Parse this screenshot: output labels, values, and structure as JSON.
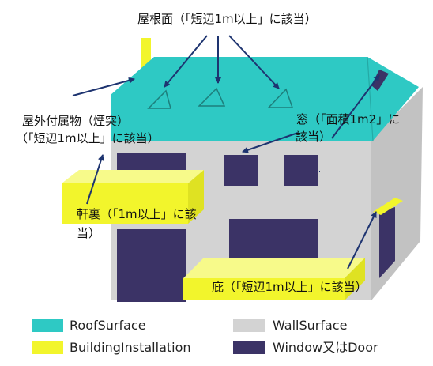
{
  "labels": {
    "roof_surface": "屋根面（「短辺1m以上」に該当）",
    "chimney_line1": "屋外付属物（煙突）",
    "chimney_line2": "（「短辺1m以上」に該当）",
    "window_line1": "窓（「面積1m2」に",
    "window_line2": "該当）",
    "eaves_line1": "軒裏（「1m以上」に該",
    "eaves_line2": "当）",
    "canopy": "庇（「短辺1m以上」に該当）"
  },
  "legend": [
    {
      "label": "RoofSurface",
      "color": "#2ec9c4"
    },
    {
      "label": "WallSurface",
      "color": "#d3d3d3"
    },
    {
      "label": "BuildingInstallation",
      "color": "#f2f52c"
    },
    {
      "label": "Window又はDoor",
      "color": "#3b3366"
    }
  ],
  "colors": {
    "roof": "#2ec9c4",
    "wall": "#d3d3d3",
    "wall_side": "#c2c2c2",
    "installation": "#f2f52c",
    "window": "#3b3366",
    "arrow": "#1e3470"
  }
}
